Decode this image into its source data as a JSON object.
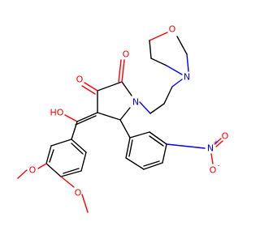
{
  "molecule": {
    "atoms": {
      "ketone_o": "O",
      "amide_o": "O",
      "ring_n": "N",
      "chain_n": "N",
      "morpholine_o": "O",
      "hydroxyl": "HO",
      "methoxy_o_upper": "O",
      "methoxy_o_lower": "O",
      "nitro_n": "N",
      "nitro_o_top": "O",
      "nitro_o_minus": "O"
    },
    "charges": {
      "nitro_n": "+",
      "nitro_o_minus": "-"
    },
    "colors": {
      "bond": "#000000",
      "oxygen": "#ff0000",
      "nitrogen": "#0000ff",
      "background": "#ffffff"
    }
  }
}
